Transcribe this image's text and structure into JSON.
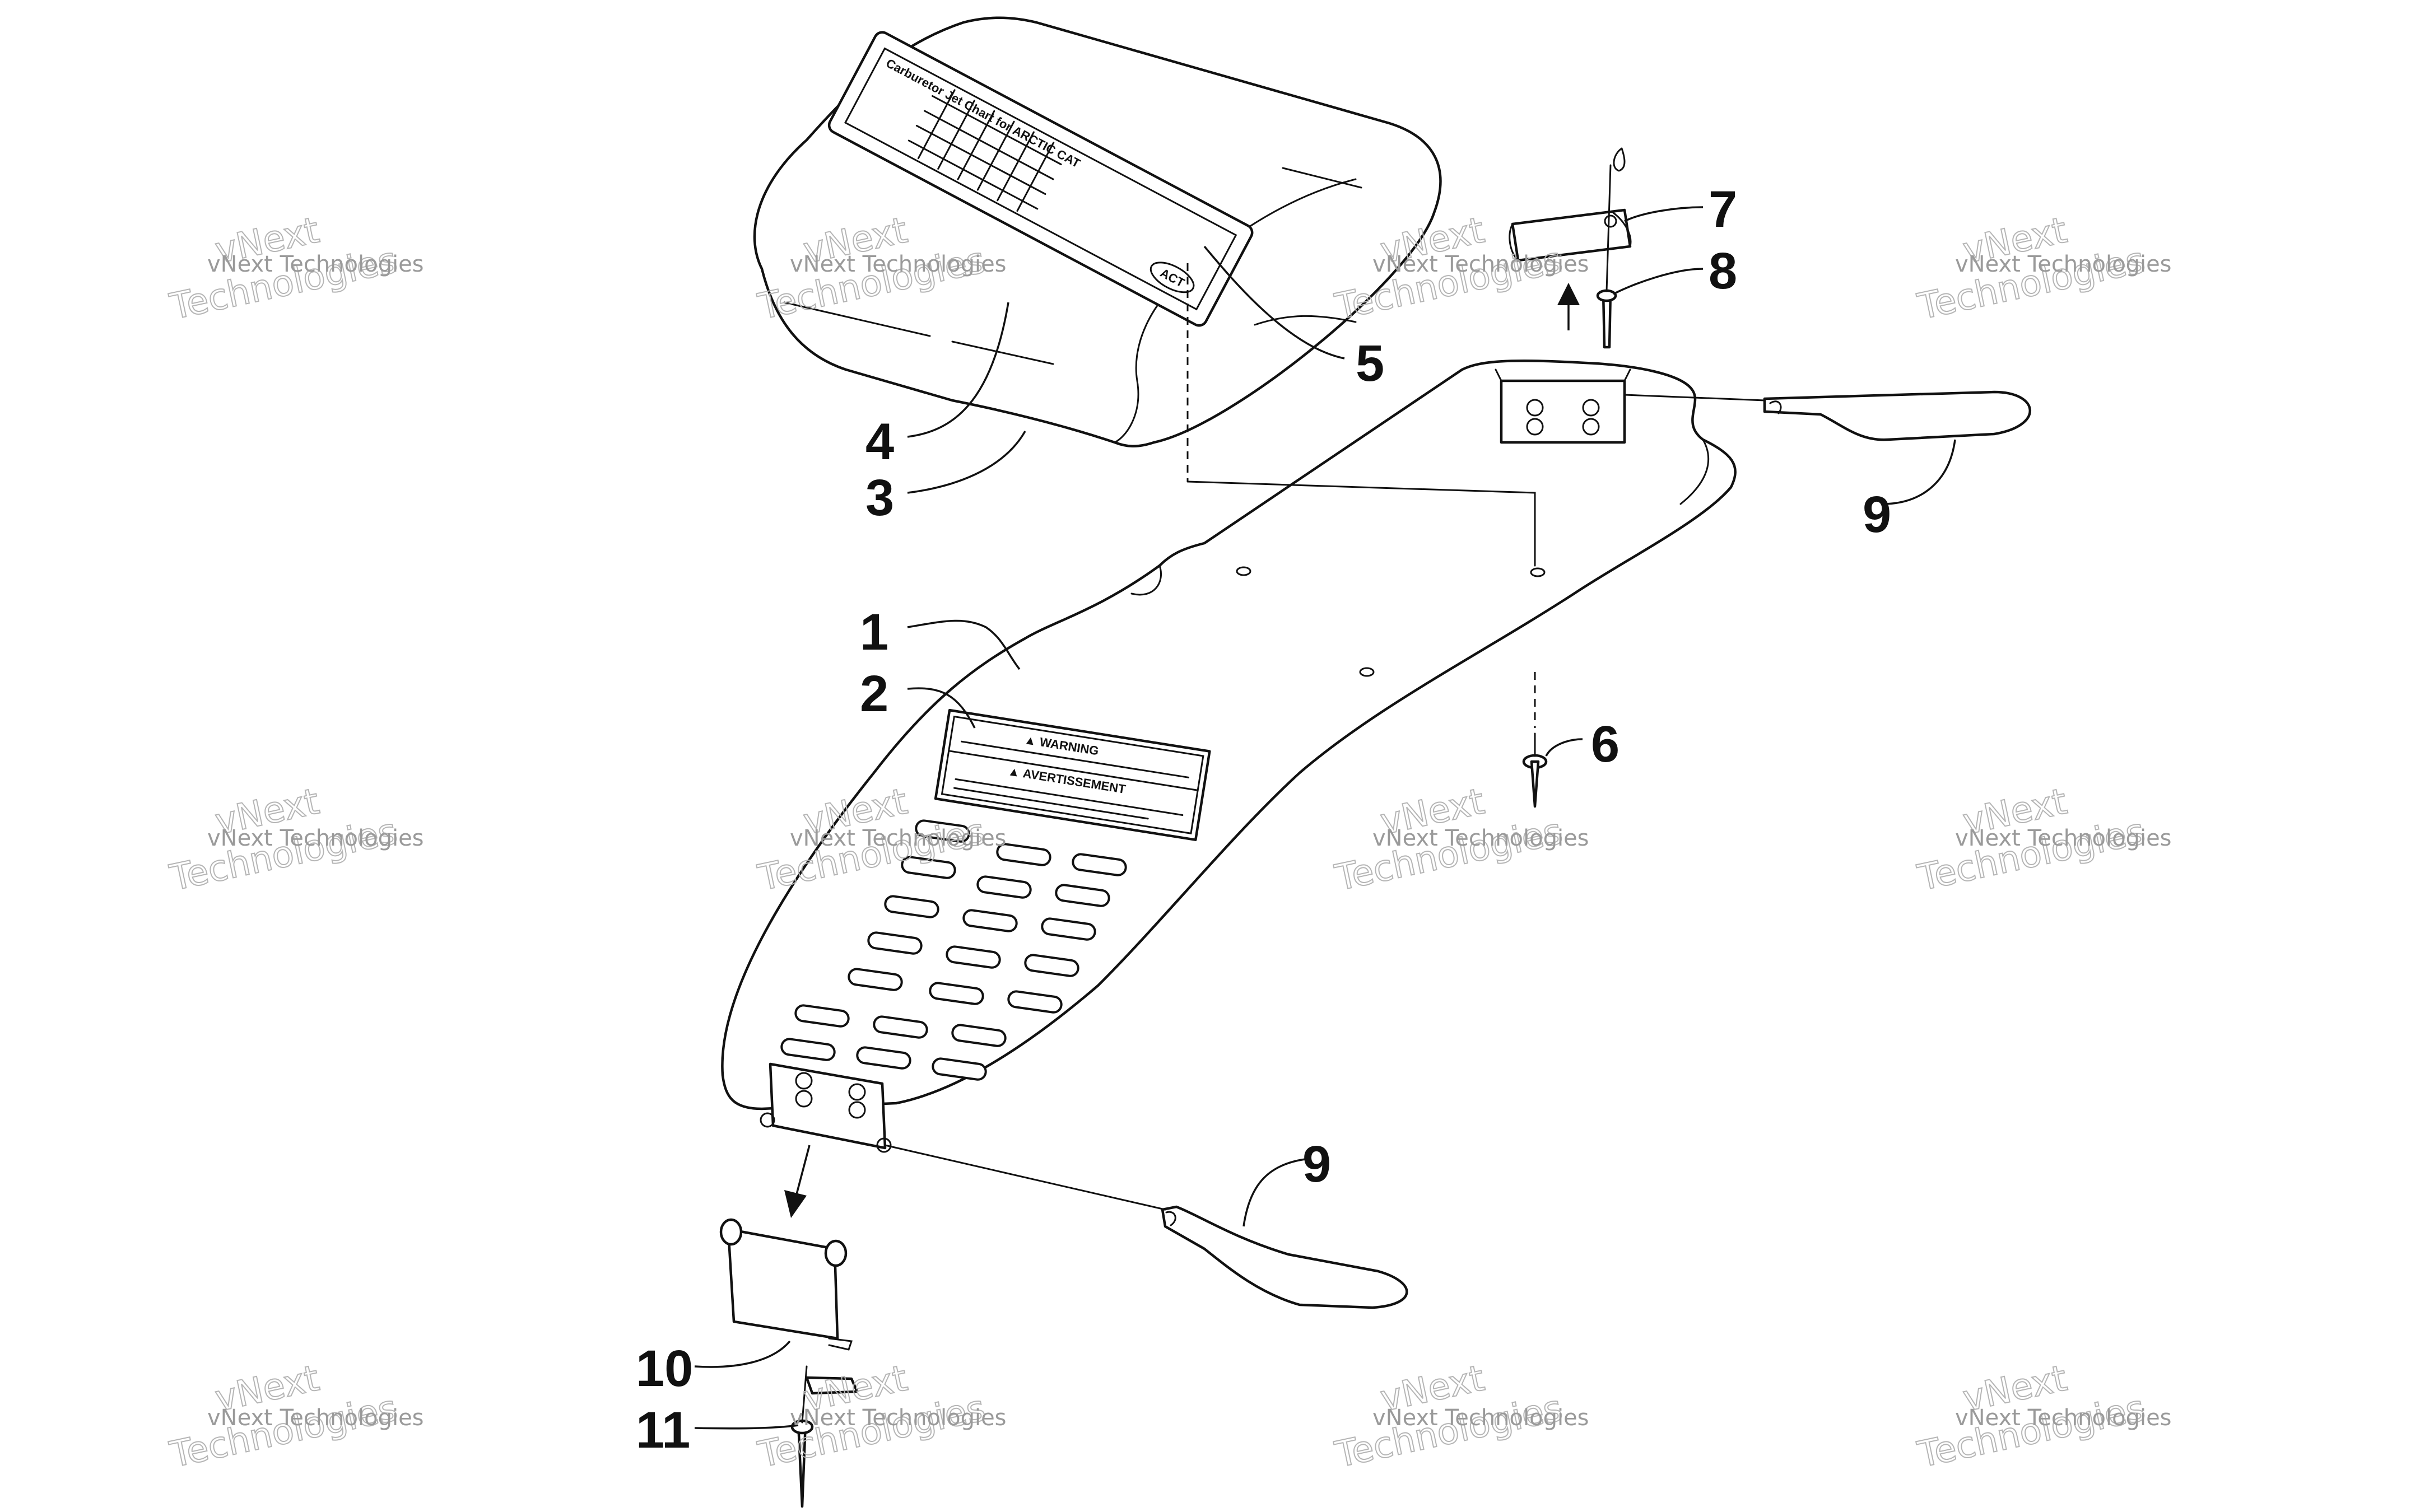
{
  "callouts": [
    {
      "id": "c1",
      "label": "1"
    },
    {
      "id": "c2",
      "label": "2"
    },
    {
      "id": "c3",
      "label": "3"
    },
    {
      "id": "c4",
      "label": "4"
    },
    {
      "id": "c5",
      "label": "5"
    },
    {
      "id": "c6",
      "label": "6"
    },
    {
      "id": "c7",
      "label": "7"
    },
    {
      "id": "c8",
      "label": "8"
    },
    {
      "id": "c9a",
      "label": "9"
    },
    {
      "id": "c9b",
      "label": "9"
    },
    {
      "id": "c10",
      "label": "10"
    },
    {
      "id": "c11",
      "label": "11"
    }
  ],
  "labels": {
    "warning_title": "▲ WARNING",
    "avertissement_title": "▲ AVERTISSEMENT",
    "chart_title": "Carburetor Jet Chart for ARCTIC CAT",
    "logo": "ACT"
  },
  "watermark": {
    "brand": "vNext Technologies",
    "stacked_top": "vNext",
    "stacked_bottom": "Technologies"
  }
}
